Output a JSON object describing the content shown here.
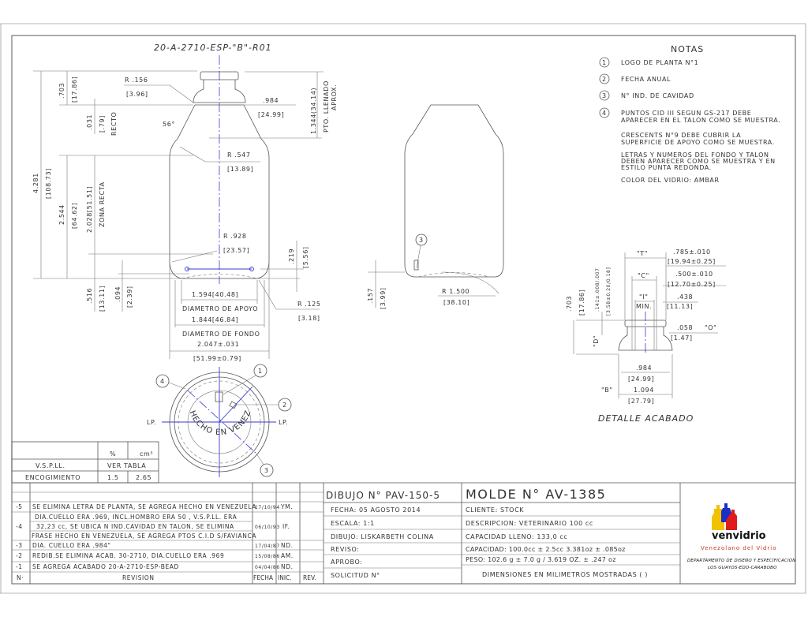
{
  "drawing": {
    "finish_code": "20-A-2710-ESP-\"B\"-R01",
    "left_view": {
      "r156": "R .156",
      "r156_mm": "[3.96]",
      "angle": "56°",
      "d984": ".984",
      "d984_mm": "[24.99]",
      "fill_point": "1.344(34.14)",
      "fill_point_label1": "PTO. LLENADO",
      "fill_point_label2": "APROX.",
      "r547": "R .547",
      "r547_mm": "[13.89]",
      "r928": "R .928",
      "r928_mm": "[23.57]",
      "h219": ".219",
      "h219_mm": "[5.56]",
      "r125": "R .125",
      "r125_mm": "[3.18]",
      "height_total": "4.281",
      "height_total_mm": "[108.73]",
      "h703": ".703",
      "h703_mm": "[17.86]",
      "h031": ".031",
      "h031_mm": "[.79]",
      "recto": "RECTO",
      "h2544": "2.544",
      "h2544_mm": "[64.62]",
      "h2028": "2.028[51.51]",
      "zona_recta": "ZONA RECTA",
      "h516": ".516",
      "h516_mm": "[13.11]",
      "h094": ".094",
      "h094_mm": "[2.39]",
      "apoyo_dim": "1.594[40.48]",
      "apoyo_label": "DIAMETRO DE APOYO",
      "fondo_dim": "1.844[46.84]",
      "fondo_label": "DIAMETRO DE FONDO",
      "body_dia": "2.047±.031",
      "body_dia_mm": "[51.99±0.79]"
    },
    "side_view": {
      "callout": "3",
      "h157": ".157",
      "h157_mm": "[3.99]",
      "r1500": "R 1.500",
      "r1500_mm": "[38.10]"
    },
    "bottom_view": {
      "lp_left": "LP.",
      "lp_right": "LP.",
      "text": "HECHO EN VENEZUELA",
      "callouts": [
        "1",
        "2",
        "3",
        "4"
      ]
    },
    "detail": {
      "title": "DETALLE ACABADO",
      "t_label": "\"T\"",
      "t_dim": ".785±.010",
      "t_mm": "[19.94±0.25]",
      "c_label": "\"C\"",
      "c_dim": ".500±.010",
      "c_mm": "[12.70±0.25]",
      "i_label": "\"I\"",
      "i_min": "MIN.",
      "i_dim": ".438",
      "i_mm": "[11.13]",
      "o_dim": ".058",
      "o_label": "\"O\"",
      "o_mm": "[1.47]",
      "h703": ".703",
      "h703_mm": "[17.86]",
      "h141": ".141±.008/.007",
      "h141_mm": "[3.58±0.20/0.18]",
      "d_label": "\"D\"",
      "d984": ".984",
      "d984_mm": "[24.99]",
      "b_label": "\"B\"",
      "b_dim": "1.094",
      "b_mm": "[27.79]"
    }
  },
  "notes": {
    "title": "NOTAS",
    "items": [
      {
        "num": "1",
        "lines": [
          "LOGO DE PLANTA N°1"
        ]
      },
      {
        "num": "2",
        "lines": [
          "FECHA ANUAL"
        ]
      },
      {
        "num": "3",
        "lines": [
          "N° IND. DE CAVIDAD"
        ]
      },
      {
        "num": "4",
        "lines": [
          "PUNTOS CID III SEGUN GS-217 DEBE",
          "APARECER EN EL TALON COMO SE MUESTRA."
        ]
      }
    ],
    "extra": [
      [
        "CRESCENTS N°9 DEBE CUBRIR LA",
        "SUPERFICIE DE APOYO COMO SE MUESTRA."
      ],
      [
        "LETRAS Y NUMEROS DEL FONDO Y TALON",
        "DEBEN APARECER COMO SE MUESTRA Y EN",
        "ESTILO PUNTA REDONDA."
      ],
      [
        "COLOR DEL VIDRIO: AMBAR"
      ]
    ]
  },
  "vsp_table": {
    "h_pct": "%",
    "h_cm3": "cm³",
    "row1_label": "V.S.P.LL.",
    "row1_value": "VER TABLA",
    "row2_label": "ENCOGIMIENTO",
    "row2_pct": "1.5",
    "row2_cm3": "2.65"
  },
  "revisions": {
    "rows": [
      {
        "n": "-5",
        "lines": [
          "SE ELIMINA LETRA DE PLANTA, SE AGREGA HECHO EN VENEZUELA"
        ],
        "fecha": "17/10/94",
        "inic": "YM."
      },
      {
        "n": "-4",
        "lines": [
          "DIA.CUELLO ERA .969, INCL.HOMBRO ERA 50 , V.S.P.LL. ERA",
          "32,23 cc, SE UBICA N  IND.CAVIDAD EN TALON, SE ELIMINA",
          "FRASE HECHO EN VENEZUELA, SE AGREGA PTOS C.I.D S/FAVIANCA"
        ],
        "fecha": "06/10/93",
        "inic": "IF."
      },
      {
        "n": "-3",
        "lines": [
          "DIA. CUELLO ERA .984\""
        ],
        "fecha": "17/04/87",
        "inic": "ND."
      },
      {
        "n": "-2",
        "lines": [
          "REDIB.SE ELIMINA ACAB. 30-2710, DIA.CUELLO ERA .969"
        ],
        "fecha": "15/08/86",
        "inic": "AM."
      },
      {
        "n": "-1",
        "lines": [
          "SE AGREGA ACABADO 20-A-2710-ESP-BEAD"
        ],
        "fecha": "04/04/86",
        "inic": "ND."
      }
    ],
    "header": {
      "n": "N·",
      "revision": "REVISION",
      "fecha": "FECHA",
      "inic": "INIC.",
      "rev": "REV."
    }
  },
  "title_block": {
    "dibujo_no": "DIBUJO N° PAV-150-5",
    "fecha": "FECHA: 05 AGOSTO 2014",
    "escala": "ESCALA:  1:1",
    "dibujo": "DIBUJO: LISKARBETH COLINA",
    "reviso": "REVISO:",
    "aprobo": "APROBO:",
    "solicitud": "SOLICITUD N°",
    "molde": "MOLDE  N°  AV-1385",
    "cliente": "CLIENTE:  STOCK",
    "descripcion": "DESCRIPCION: VETERINARIO 100 cc",
    "capacidad_lleno": "CAPACIDAD LLENO: 133,0 cc",
    "capacidad": "CAPACIDAD: 100.0cc ± 2.5cc  3.381oz ± .085oz",
    "peso": "PESO: 102.6 g ± 7.0 g / 3.619 OZ. ± .247 oz",
    "dimensiones": "DIMENSIONES EN MILIMETROS MOSTRADAS ( )"
  },
  "company": {
    "name": "venvidrio",
    "tagline": "Venezolano del Vidrio",
    "department": "DEPARTAMENTO DE DISEÑO Y ESPECIFICACION",
    "location": "LOS GUAYOS-EDO-CARABOBO",
    "colors": {
      "yellow": "#f2c200",
      "blue": "#1b2fc4",
      "red": "#e01b1b",
      "tagline": "#c0392b"
    }
  }
}
